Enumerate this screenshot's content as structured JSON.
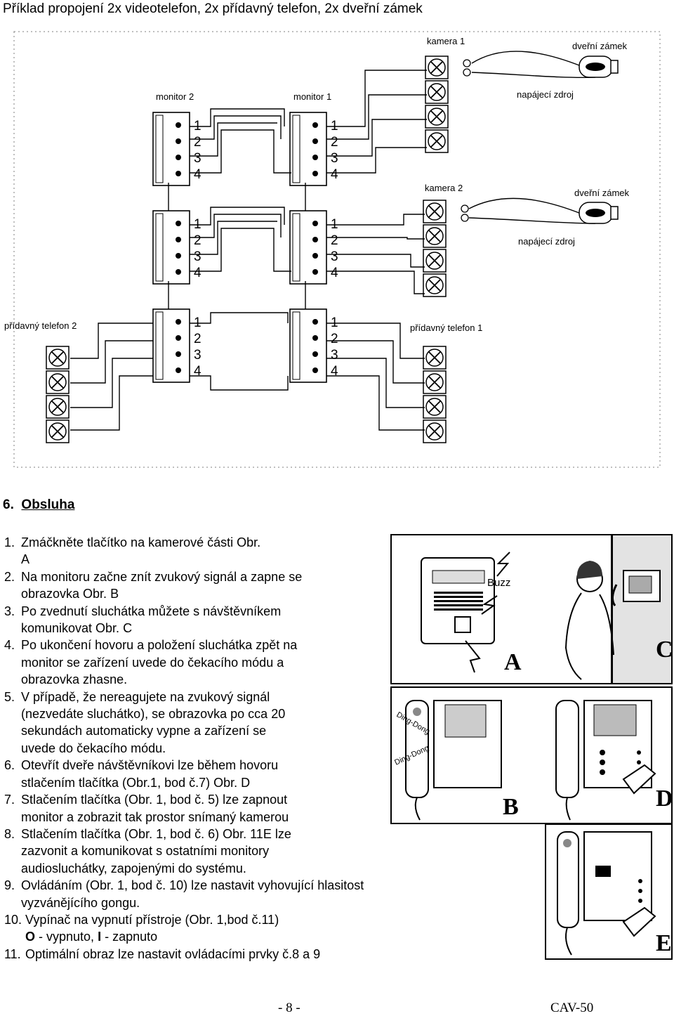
{
  "page": {
    "title": "Příklad propojení 2x videotelefon, 2x přídavný telefon, 2x dveřní zámek"
  },
  "diagram": {
    "labels": {
      "camera1": "kamera 1",
      "camera2": "kamera 2",
      "lock1": "dveřní zámek",
      "lock2": "dveřní zámek",
      "power1": "napájecí zdroj",
      "power2": "napájecí zdroj",
      "monitor2": "monitor 2",
      "monitor1": "monitor 1",
      "phone2": "přídavný telefon 2",
      "phone1": "přídavný telefon 1"
    },
    "terminal_numbers": [
      "1",
      "2",
      "3",
      "4"
    ]
  },
  "section": {
    "number": "6.",
    "title": "Obsluha"
  },
  "instructions": [
    {
      "n": "1.",
      "lines": [
        "Zmáčkněte tlačítko na kamerové části Obr.",
        "A"
      ]
    },
    {
      "n": "2.",
      "lines": [
        "Na monitoru začne znít zvukový signál a zapne se",
        "obrazovka Obr. B"
      ]
    },
    {
      "n": "3.",
      "lines": [
        "Po zvednutí sluchátka můžete s návštěvníkem",
        "komunikovat Obr. C"
      ]
    },
    {
      "n": "4.",
      "lines": [
        "Po ukončení hovoru a položení sluchátka zpět na",
        "monitor se zařízení uvede do čekacího módu a",
        "obrazovka zhasne."
      ]
    },
    {
      "n": "5.",
      "lines": [
        "V případě, že nereagujete na zvukový signál",
        "(nezvedáte sluchátko), se obrazovka po cca 20",
        "sekundách  automaticky vypne a zařízení se",
        "uvede do čekacího módu."
      ]
    },
    {
      "n": "6.",
      "lines": [
        "Otevřít dveře návštěvníkovi lze během hovoru",
        "stlačením tlačítka (Obr.1, bod č.7) Obr. D"
      ]
    },
    {
      "n": "7.",
      "lines": [
        "Stlačením tlačítka (Obr. 1, bod č. 5)  lze zapnout",
        "monitor a zobrazit tak prostor snímaný kamerou"
      ]
    },
    {
      "n": "8.",
      "lines": [
        "Stlačením tlačítka  (Obr. 1, bod č. 6) Obr. 11E lze",
        "zazvonit a komunikovat s ostatními monitory",
        "audiosluchátky, zapojenými do systému."
      ]
    },
    {
      "n": "9.",
      "lines": [
        "Ovládáním  (Obr. 1, bod č. 10)  lze nastavit vyhovující hlasitost",
        "vyzvánějícího gongu."
      ]
    },
    {
      "n": "10.",
      "lines": [
        "Vypínač na vypnutí přístroje (Obr. 1,bod č.11)"
      ],
      "sub": {
        "o": "O",
        "o_text": " - vypnuto, ",
        "i": "I",
        "i_text": " - zapnuto"
      }
    },
    {
      "n": "11.",
      "lines": [
        "Optimální obraz lze nastavit ovládacími prvky č.8 a 9"
      ]
    }
  ],
  "illustrations": {
    "a": {
      "letter": "A",
      "caption": "Buzz"
    },
    "b": {
      "letter": "B",
      "caption": "Ding-Dong"
    },
    "c": {
      "letter": "C"
    },
    "d": {
      "letter": "D"
    },
    "e": {
      "letter": "E"
    }
  },
  "footer": {
    "page": "- 8 -",
    "model": "CAV-50"
  }
}
